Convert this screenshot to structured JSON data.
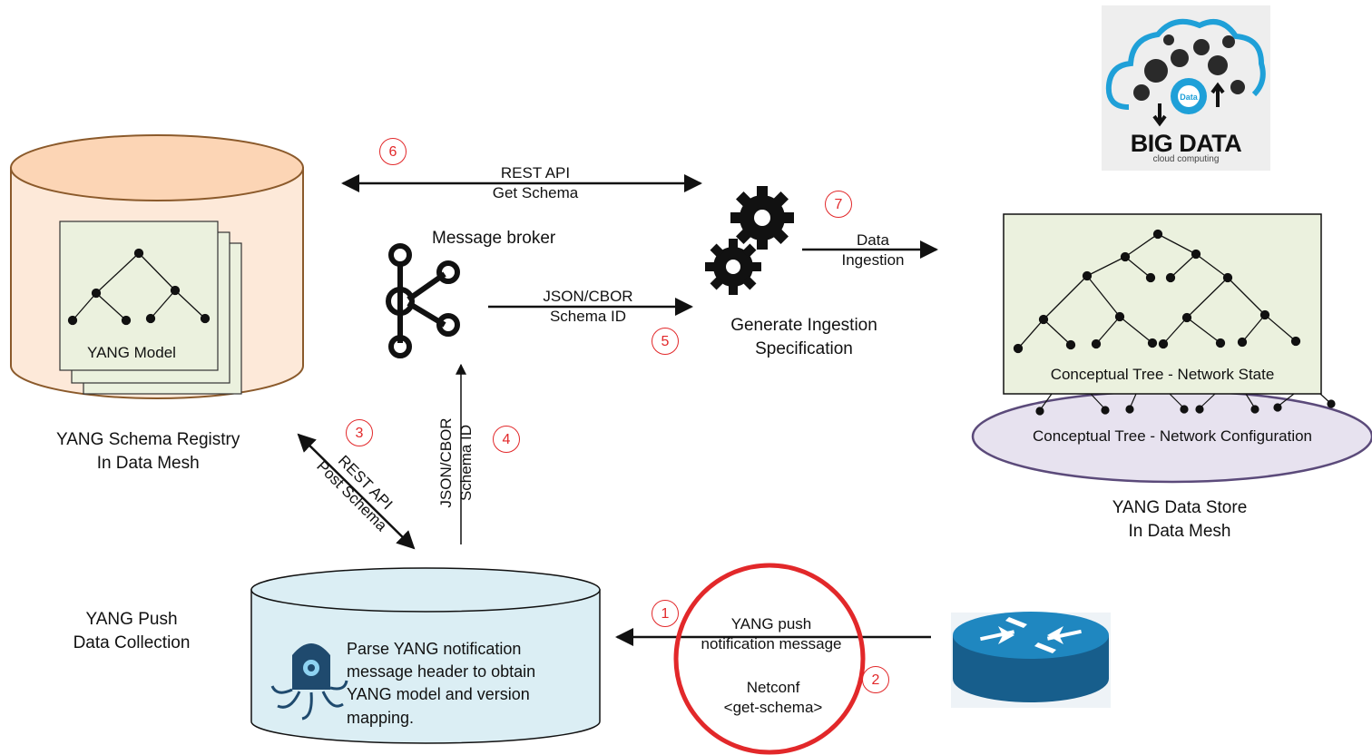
{
  "registry": {
    "model_label": "YANG Model",
    "caption_line1": "YANG Schema Registry",
    "caption_line2": "In Data Mesh"
  },
  "broker": {
    "label": "Message broker"
  },
  "rest_get": {
    "line1": "REST API",
    "line2": "Get Schema",
    "step": "6"
  },
  "json_to_gen": {
    "line1": "JSON/CBOR",
    "line2": "Schema ID",
    "step": "5"
  },
  "generator": {
    "line1": "Generate Ingestion",
    "line2": "Specification"
  },
  "ingestion": {
    "line1": "Data",
    "line2": "Ingestion",
    "step": "7"
  },
  "big_data": {
    "title": "BIG DATA",
    "subtitle": "cloud computing",
    "gear_word": "Data"
  },
  "datastore": {
    "tree_label": "Conceptual Tree - Network State",
    "config_label": "Conceptual Tree - Network Configuration",
    "caption_line1": "YANG Data Store",
    "caption_line2": "In Data Mesh"
  },
  "rest_post": {
    "line1": "REST API",
    "line2": "Post Schema",
    "step": "3"
  },
  "json_up": {
    "line1": "JSON/CBOR",
    "line2": "Schema ID",
    "step": "4"
  },
  "collection": {
    "caption_line1": "YANG Push",
    "caption_line2": "Data Collection",
    "text_lines": [
      "Parse YANG notification",
      "message header to obtain",
      "YANG model and version",
      "mapping."
    ]
  },
  "netconf": {
    "line1": "YANG push",
    "line2": "notification message",
    "line3": "Netconf",
    "line4": "<get-schema>",
    "step_push": "1",
    "step_schema": "2"
  },
  "colors": {
    "registry_fill": "#fde9d9",
    "registry_top": "#fcd5b5",
    "registry_stroke": "#8b5a2b",
    "tree_bg": "#ebf1de",
    "collector_fill": "#dbeef4",
    "config_fill": "#e7e2ef",
    "config_stroke": "#5b4a7a",
    "accent_red": "#e2282a",
    "router_blue": "#1f87c0"
  }
}
